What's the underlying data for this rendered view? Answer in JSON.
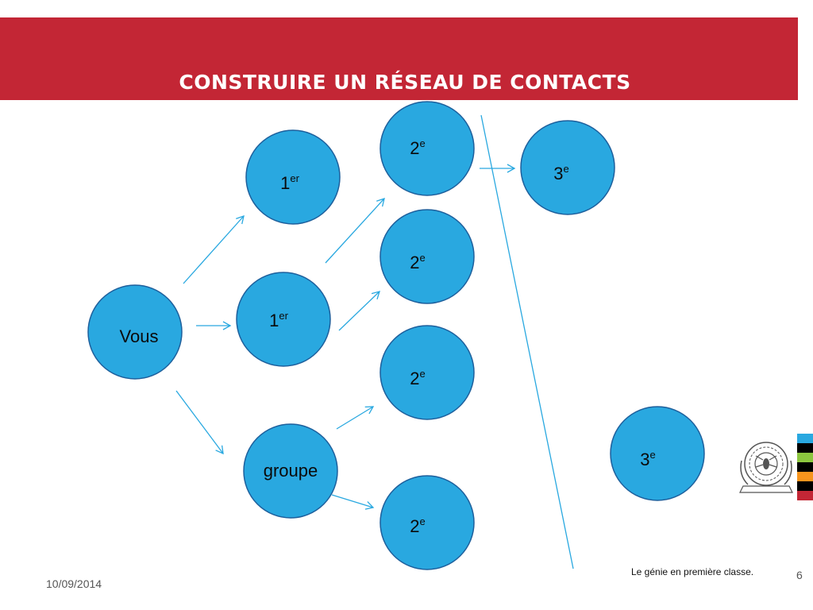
{
  "title": "CONSTRUIRE UN RÉSEAU DE CONTACTS",
  "colors": {
    "header_red": "#c32635",
    "node_fill": "#29a8e0",
    "node_stroke": "#1d5f9c",
    "arrow": "#29a8e0",
    "stripes": [
      "#29a8e0",
      "#000000",
      "#8cc63f",
      "#000000",
      "#f7941d",
      "#000000",
      "#c32635"
    ]
  },
  "nodes": {
    "vous": {
      "text": "Vous",
      "sup": ""
    },
    "first_a": {
      "text": "1",
      "sup": "er"
    },
    "first_b": {
      "text": "1",
      "sup": "er"
    },
    "groupe": {
      "text": "groupe",
      "sup": ""
    },
    "second_a": {
      "text": "2",
      "sup": "e"
    },
    "second_b": {
      "text": "2",
      "sup": "e"
    },
    "second_c": {
      "text": "2",
      "sup": "e"
    },
    "second_d": {
      "text": "2",
      "sup": "e"
    },
    "third_a": {
      "text": "3",
      "sup": "e"
    },
    "third_b": {
      "text": "3",
      "sup": "e"
    }
  },
  "edges": [
    [
      "vous",
      "first_a"
    ],
    [
      "vous",
      "first_b"
    ],
    [
      "vous",
      "groupe"
    ],
    [
      "first_a",
      "second_a"
    ],
    [
      "first_b",
      "second_b"
    ],
    [
      "groupe",
      "second_c"
    ],
    [
      "groupe",
      "second_d"
    ],
    [
      "second_a",
      "third_a"
    ]
  ],
  "logo_icon": "polytechnique-seal-icon",
  "footer": {
    "date": "10/09/2014",
    "slogan": "Le génie en première classe.",
    "page": "6"
  }
}
